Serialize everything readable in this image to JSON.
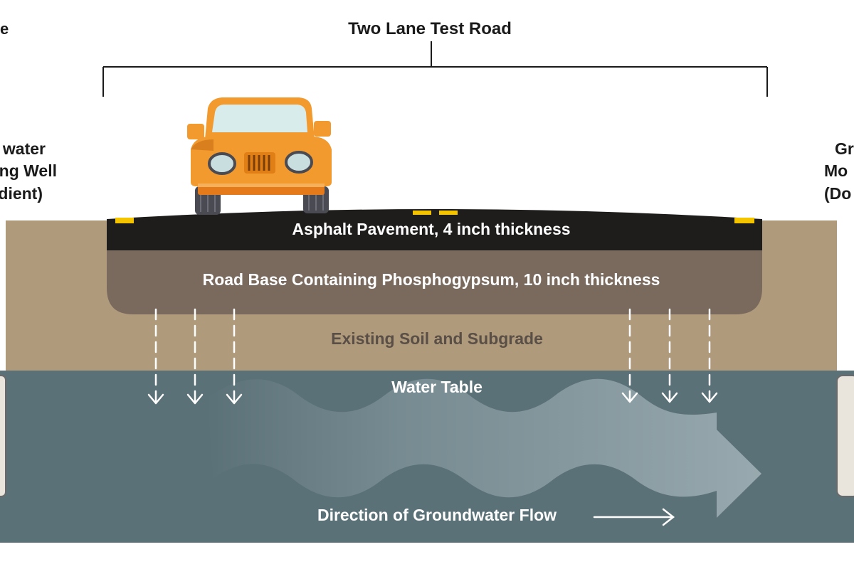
{
  "title": "Two Lane Test Road",
  "left_well": {
    "lines": [
      "water",
      "ng Well",
      "dient)"
    ],
    "top_fragment": "e"
  },
  "right_well": {
    "lines": [
      "Gr",
      "Mo",
      "(Do"
    ]
  },
  "layers": {
    "asphalt": "Asphalt Pavement, 4 inch thickness",
    "road_base": "Road Base Containing Phosphogypsum, 10 inch thickness",
    "soil": "Existing Soil and Subgrade",
    "water_table": "Water Table"
  },
  "flow_label": "Direction of Groundwater Flow",
  "colors": {
    "asphalt": "#1f1d1c",
    "road_base": "#7a6a5e",
    "soil": "#b09a7c",
    "groundwater": "#5b7178",
    "vehicle": "#f29a2e",
    "lane_marker": "#f5c400",
    "flow_arrow": "#9aacb1"
  },
  "icons": {
    "vehicle": "jeep-icon",
    "infiltration": "down-arrow-icon",
    "flow": "right-arrow-icon"
  }
}
